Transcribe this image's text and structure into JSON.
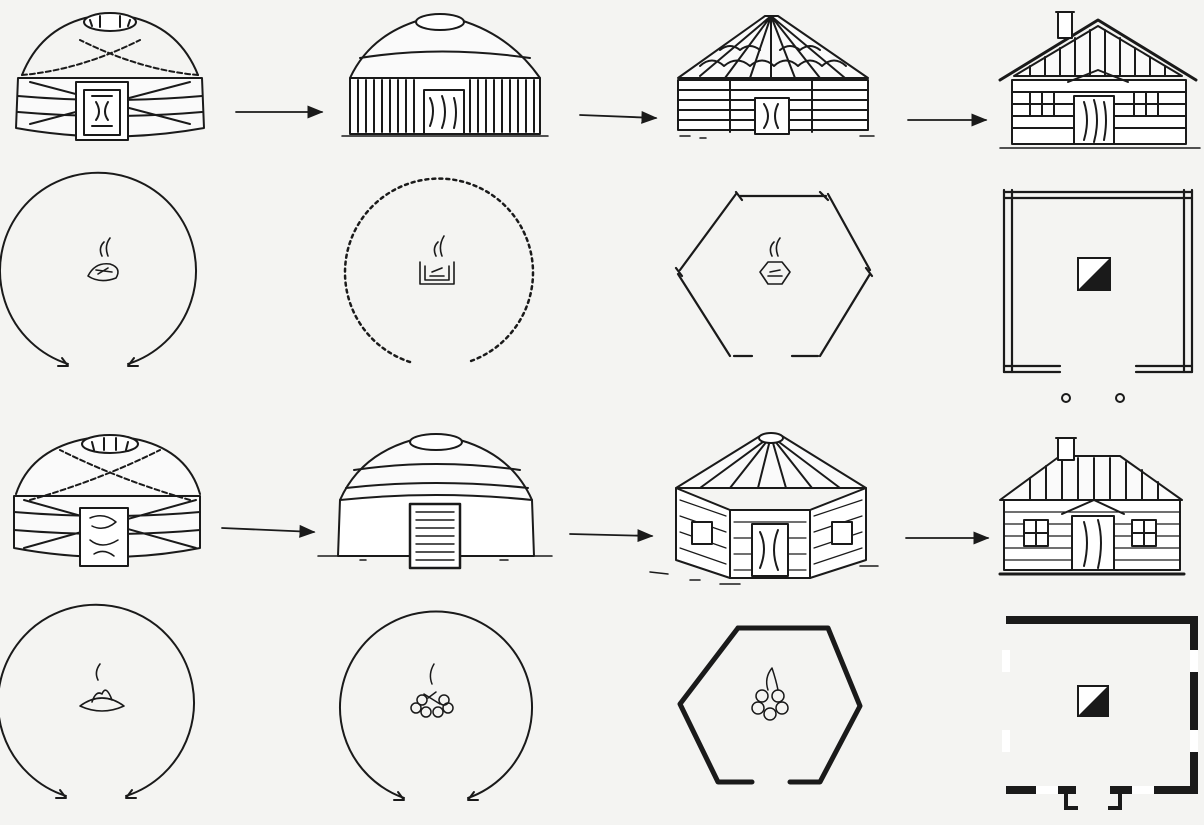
{
  "diagram": {
    "background": "#f4f4f2",
    "ink_color": "#1a1a1a",
    "rows": [
      {
        "stages": [
          {
            "building": "felt-yurt-with-door-frame",
            "plan": "circle-with-entrance-arrows",
            "hearth": "fire-pit-stone"
          },
          {
            "building": "yurt-with-vertical-plank-walls",
            "plan": "circle-of-stakes",
            "hearth": "open-hearth-box"
          },
          {
            "building": "hexagonal-log-yurt",
            "plan": "hexagon-of-logs",
            "hearth": "hexagonal-hearth"
          },
          {
            "building": "log-cabin-with-gable-roof",
            "plan": "square-of-logs",
            "hearth": "square-stove"
          }
        ]
      },
      {
        "stages": [
          {
            "building": "felt-yurt-with-decorated-door",
            "plan": "circle-with-entrance-arrows",
            "hearth": "fire-on-hearth"
          },
          {
            "building": "yurt-with-earth-walls",
            "plan": "circle-with-entrance-arrows",
            "hearth": "stone-ring-fire"
          },
          {
            "building": "hexagonal-brick-house",
            "plan": "thick-hexagon-walls",
            "hearth": "stone-ring-fire"
          },
          {
            "building": "brick-house-with-hip-roof",
            "plan": "thick-square-walls",
            "hearth": "square-stove"
          }
        ]
      }
    ]
  }
}
